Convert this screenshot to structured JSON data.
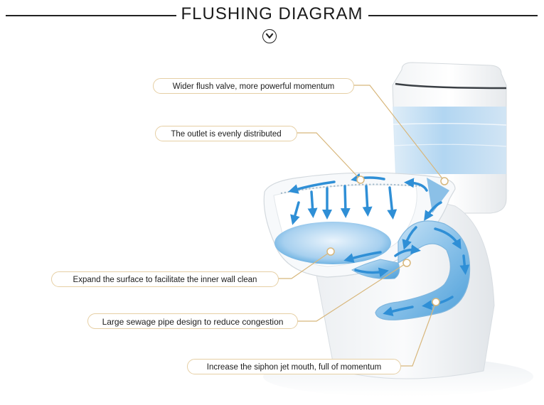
{
  "header": {
    "title": "FLUSHING DIAGRAM",
    "expand_icon": "chevron-down-icon"
  },
  "callouts": [
    {
      "id": "flush-valve",
      "text": "Wider flush valve, more powerful momentum"
    },
    {
      "id": "outlet",
      "text": "The outlet is evenly distributed"
    },
    {
      "id": "surface",
      "text": "Expand the surface to facilitate the inner wall clean"
    },
    {
      "id": "sewage-pipe",
      "text": "Large sewage pipe design to reduce congestion"
    },
    {
      "id": "siphon",
      "text": "Increase the siphon jet mouth, full of momentum"
    }
  ],
  "colors": {
    "callout_border": "#e6cfa4",
    "leader_line": "#d8b77c",
    "water_blue": "#4ea3dc",
    "arrow_blue": "#2f8fd6",
    "ceramic": "#f4f6f8"
  }
}
